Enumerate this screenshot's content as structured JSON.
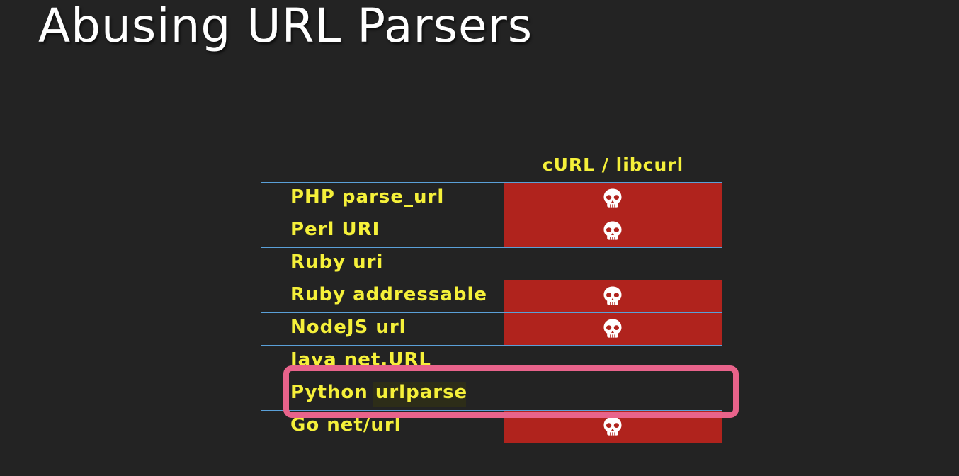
{
  "slide": {
    "title": "Abusing URL Parsers"
  },
  "table": {
    "column_header": "cURL / libcurl",
    "rows": [
      {
        "label": "PHP parse_url",
        "vulnerable": true
      },
      {
        "label": "Perl URI",
        "vulnerable": true
      },
      {
        "label": "Ruby uri",
        "vulnerable": false
      },
      {
        "label": "Ruby addressable",
        "vulnerable": true
      },
      {
        "label": "NodeJS url",
        "vulnerable": true
      },
      {
        "label": "Java net.URL",
        "vulnerable": false
      },
      {
        "label": "Python urlparse",
        "vulnerable": false
      },
      {
        "label": "Go net/url",
        "vulnerable": true
      }
    ],
    "highlighted_row": "Python urlparse",
    "vulnerable_icon": "skull-icon"
  },
  "colors": {
    "background": "#232323",
    "label_text": "#f5f03a",
    "vulnerable_cell": "#b0231d",
    "grid_lines": "#5aa0d8",
    "highlight_box": "#e8638b"
  }
}
